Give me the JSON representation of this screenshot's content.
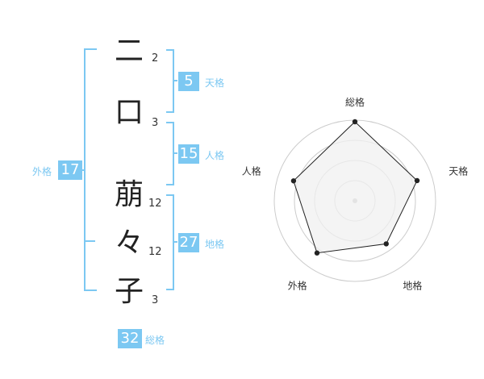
{
  "characters": [
    {
      "char": "二",
      "strokes": "2"
    },
    {
      "char": "口",
      "strokes": "3"
    },
    {
      "char": "萠",
      "strokes": "12"
    },
    {
      "char": "々",
      "strokes": "12"
    },
    {
      "char": "子",
      "strokes": "3"
    }
  ],
  "kakusu": {
    "ten": {
      "value": "5",
      "label": "天格"
    },
    "jin": {
      "value": "15",
      "label": "人格"
    },
    "chi": {
      "value": "27",
      "label": "地格"
    },
    "gai": {
      "value": "17",
      "label": "外格"
    },
    "sou": {
      "value": "32",
      "label": "総格"
    }
  },
  "chart_data": {
    "type": "radar",
    "axes": [
      "総格",
      "天格",
      "地格",
      "外格",
      "人格"
    ],
    "values": [
      0.98,
      0.81,
      0.66,
      0.8,
      0.8
    ],
    "max": 1,
    "rings": 4,
    "colors": {
      "fill": "#f0f0f0",
      "line": "#222222",
      "grid": "#cccccc",
      "center": "#bbbbbb"
    }
  },
  "colors": {
    "accent": "#7cc8f2"
  }
}
